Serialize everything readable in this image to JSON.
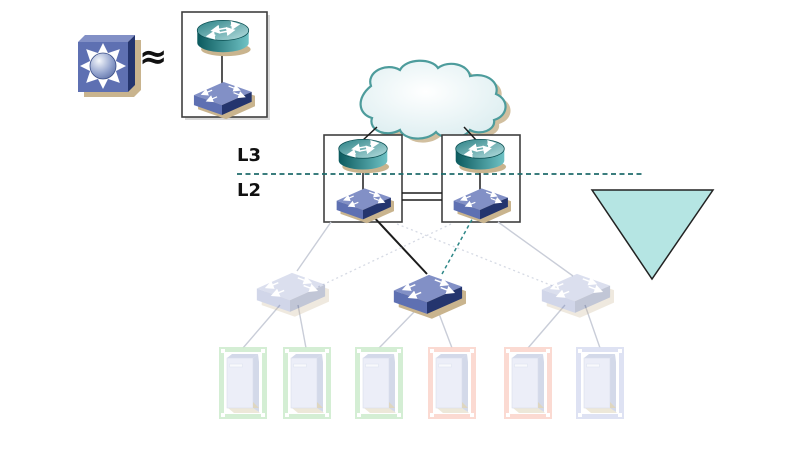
{
  "layer_labels": {
    "l3": "L3",
    "l2": "L2"
  },
  "legend": {
    "approx_symbol": "≈",
    "left_icon": "multilayer-switch-icon",
    "right_icons": [
      "router-icon",
      "workgroup-switch-icon"
    ],
    "meaning": "multilayer switch is equivalent to router plus switch"
  },
  "topology": {
    "wan": {
      "icon": "cloud-icon"
    },
    "layer_boundary": {
      "above": "L3",
      "below": "L2",
      "style": "dashed-teal-line"
    },
    "distribution_blocks": [
      {
        "name": "distribution-block-left",
        "devices": [
          "router-icon",
          "switch-icon"
        ]
      },
      {
        "name": "distribution-block-right",
        "devices": [
          "router-icon",
          "switch-icon"
        ]
      }
    ],
    "interblock_link": "double-parallel-line",
    "access_switches": [
      {
        "name": "access-switch-left",
        "emphasis": "faded"
      },
      {
        "name": "access-switch-center",
        "emphasis": "highlighted"
      },
      {
        "name": "access-switch-right",
        "emphasis": "faded"
      }
    ],
    "uplinks": [
      {
        "from": "distribution-block-left",
        "to": "access-switch-center",
        "style": "solid-black"
      },
      {
        "from": "distribution-block-right",
        "to": "access-switch-center",
        "style": "dashed-teal"
      },
      {
        "from": "distribution-block-left",
        "to": "access-switch-left",
        "style": "faded-solid"
      },
      {
        "from": "distribution-block-right",
        "to": "access-switch-right",
        "style": "faded-solid"
      },
      {
        "from": "distribution-block-left",
        "to": "access-switch-right",
        "style": "faded-dotted"
      },
      {
        "from": "distribution-block-right",
        "to": "access-switch-left",
        "style": "faded-dotted"
      }
    ],
    "servers": [
      {
        "name": "server-1",
        "frame": "green"
      },
      {
        "name": "server-2",
        "frame": "green"
      },
      {
        "name": "server-3",
        "frame": "green"
      },
      {
        "name": "server-4",
        "frame": "red"
      },
      {
        "name": "server-5",
        "frame": "red"
      },
      {
        "name": "server-6",
        "frame": "lavender"
      }
    ],
    "highlight_triangle": {
      "shape": "inverted-triangle",
      "fill": "light-teal"
    }
  },
  "colors": {
    "device_front": "#5e70b2",
    "device_top": "#8290c6",
    "device_side": "#24356e",
    "shadow_tan": "#c9b48e",
    "cloud_stroke": "#4d9c9c",
    "layer_line": "#1f6b6b",
    "link_dark": "#1c1c1c",
    "link_teal": "#2e8787",
    "link_faded": "#c9cdd8",
    "link_faint_dot": "#d6dae4",
    "triangle_fill": "#b5e5e3",
    "triangle_stroke": "#222222",
    "frame_green": "#cdeccd",
    "frame_red": "#fbd4cb",
    "frame_lavender": "#d9def1",
    "server_body": "#e9ecf7",
    "server_side": "#ccd3e6",
    "box_border": "#3f3f3f",
    "label_color": "#111111"
  }
}
